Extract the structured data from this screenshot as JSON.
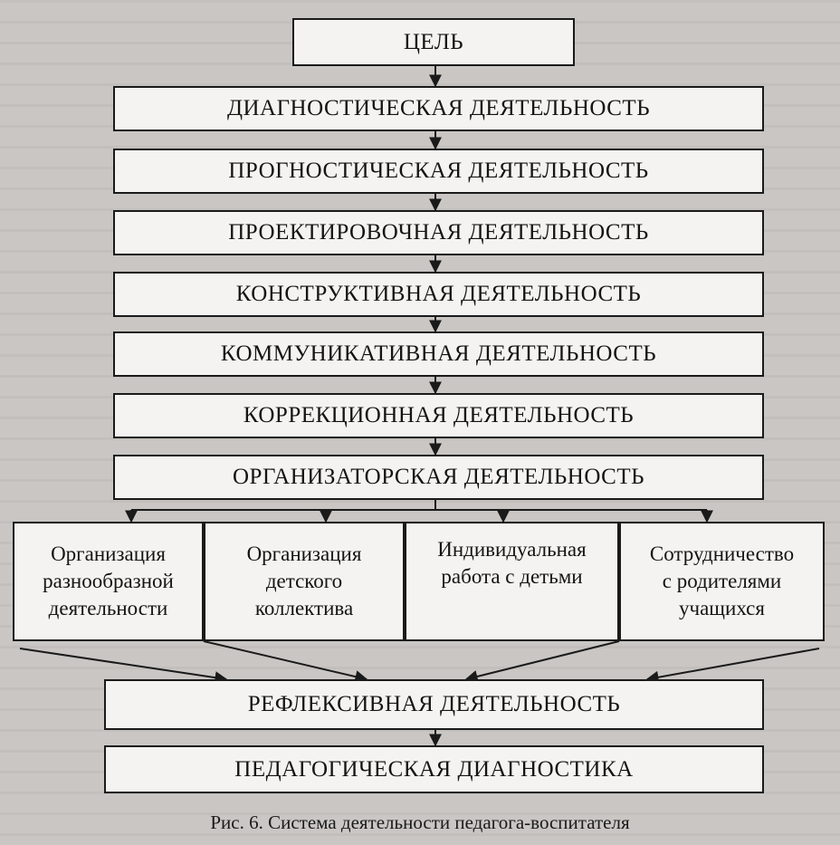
{
  "diagram": {
    "goal": "ЦЕЛЬ",
    "stages": [
      "ДИАГНОСТИЧЕСКАЯ ДЕЯТЕЛЬНОСТЬ",
      "ПРОГНОСТИЧЕСКАЯ ДЕЯТЕЛЬНОСТЬ",
      "ПРОЕКТИРОВОЧНАЯ ДЕЯТЕЛЬНОСТЬ",
      "КОНСТРУКТИВНАЯ ДЕЯТЕЛЬНОСТЬ",
      "КОММУНИКАТИВНАЯ ДЕЯТЕЛЬНОСТЬ",
      "КОРРЕКЦИОННАЯ ДЕЯТЕЛЬНОСТЬ",
      "ОРГАНИЗАТОРСКАЯ ДЕЯТЕЛЬНОСТЬ"
    ],
    "branches": [
      {
        "lines": [
          "Организация",
          "разнообразной",
          "деятельности"
        ]
      },
      {
        "lines": [
          "Организация",
          "детского",
          "коллектива"
        ]
      },
      {
        "lines": [
          "Индивидуальная",
          "работа с детьми"
        ]
      },
      {
        "lines": [
          "Сотрудничество",
          "с родителями",
          "учащихся"
        ]
      }
    ],
    "reflexive": "РЕФЛЕКСИВНАЯ ДЕЯТЕЛЬНОСТЬ",
    "final": "ПЕДАГОГИЧЕСКАЯ ДИАГНОСТИКА"
  },
  "caption": "Рис. 6. Система деятельности педагога-воспитателя",
  "colors": {
    "line": "#1a1a1a",
    "box": "#f4f3f1",
    "page": "#c9c6c3"
  }
}
